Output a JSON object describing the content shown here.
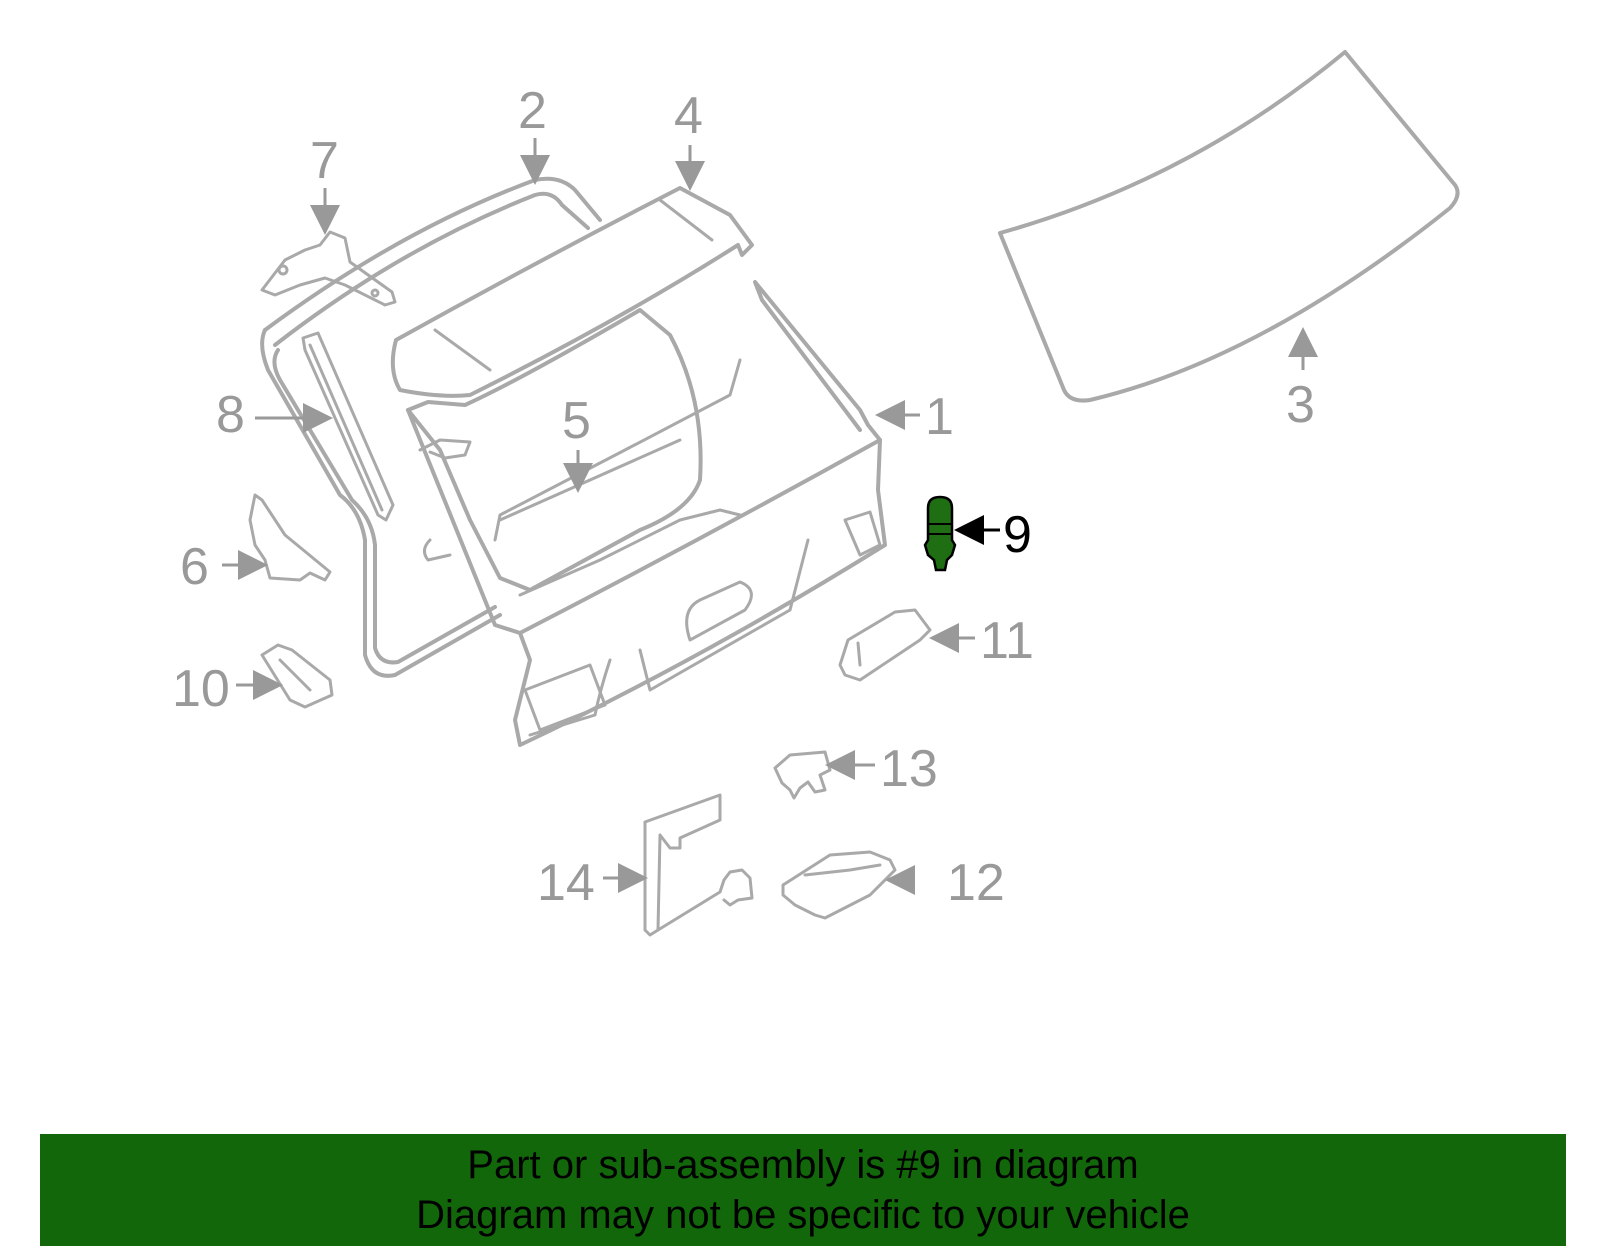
{
  "diagram": {
    "highlight_part": "9",
    "highlight_color": "#1f6e13",
    "callouts": {
      "c1": "1",
      "c2": "2",
      "c3": "3",
      "c4": "4",
      "c5": "5",
      "c6": "6",
      "c7": "7",
      "c8": "8",
      "c9": "9",
      "c10": "10",
      "c11": "11",
      "c12": "12",
      "c13": "13",
      "c14": "14"
    }
  },
  "banner": {
    "line1": "Part or sub-assembly is #9 in diagram",
    "line2": "Diagram may not be specific to your vehicle",
    "background": "#12670b"
  }
}
